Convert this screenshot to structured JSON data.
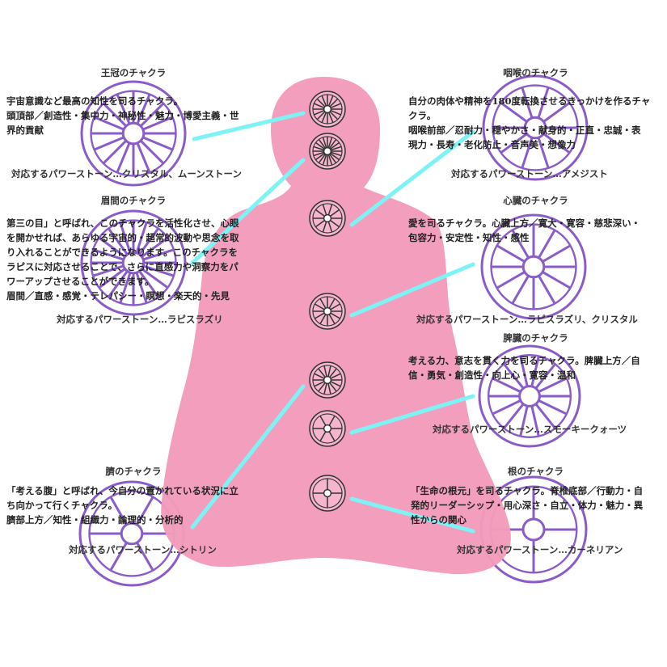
{
  "colors": {
    "body": "#f29bba",
    "line": "#7ef3f5",
    "chakra": "#8a5cc8",
    "small": "#333333"
  },
  "chakras": [
    {
      "id": "crown",
      "title": "王冠のチャクラ",
      "desc": [
        "宇宙意識など最高の知性を司るチャクラ。",
        "頭頂部／創造性・集中力・神秘性・魅力・博愛主義・世",
        "界的貢献"
      ],
      "stone": "対応するパワーストーン…クリスタル、ムーンストーン",
      "petals": 16
    },
    {
      "id": "brow",
      "title": "眉間のチャクラ",
      "desc": [
        "第三の目」と呼ばれ、このチャクラを活性化させ、心眼",
        "を開かせれば、あらゆる宇宙的・超常的波動や思念を取",
        "り入れることができるようになります。このチャクラを",
        "ラピスに対応させることで、さらに直感力や洞察力をパ",
        "ワーアップさせることができます。",
        "眉間／直感・感覚・テレパシー・瞑想・楽天的・先見"
      ],
      "stone": "対応するパワーストーン…ラピスラズリ",
      "petals": 20
    },
    {
      "id": "throat",
      "title": "咽喉のチャクラ",
      "desc": [
        "自分の肉体や精神を180度転換させるきっかけを作るチャ",
        "クラ。",
        "咽喉前部／忍耐力・穏やかさ・献身的・正直・忠誠・表",
        "現力・長寿・老化防止・音声美・想像力"
      ],
      "stone": "対応するパワーストーン…アメジスト",
      "petals": 10
    },
    {
      "id": "heart",
      "title": "心臓のチャクラ",
      "desc": [
        "愛を司るチャクラ。心臓上方／寛大・寛容・慈悲深い・",
        "包容力・安定性・知性・感性"
      ],
      "stone": "対応するパワーストーン…ラピスラズリ、クリスタル",
      "petals": 12
    },
    {
      "id": "spleen",
      "title": "脾臓のチャクラ",
      "desc": [
        "考える力、意志を貫く力を司るチャクラ。脾臓上方／自",
        "信・勇気・創造性・向上心・寛容・温和"
      ],
      "stone": "対応するパワーストーン…スモーキークォーツ",
      "petals": 14
    },
    {
      "id": "navel",
      "title": "臍のチャクラ",
      "desc": [
        "「考える腹」と呼ばれ、今自分の置かれている状況に立",
        "ち向かって行くチャクラ。",
        "臍部上方／知性・組織力・論理的・分析的"
      ],
      "stone": "対応するパワーストーン…シトリン",
      "petals": 6
    },
    {
      "id": "root",
      "title": "根のチャクラ",
      "desc": [
        "「生命の根元」を司るチャクラ。脊椎底部／行動力・自",
        "発的リーダーシップ・用心深さ・自立・体力・魅力・異",
        "性からの関心"
      ],
      "stone": "対応するパワーストーン…カーネリアン",
      "petals": 4
    }
  ]
}
